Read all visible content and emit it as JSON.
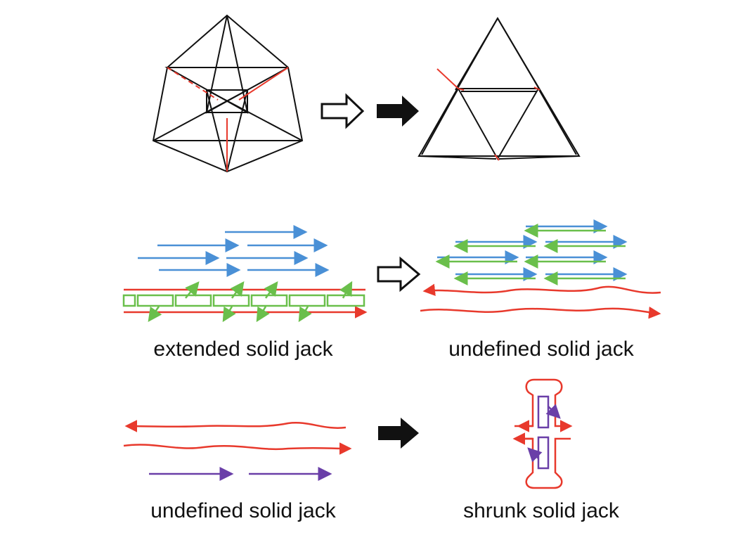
{
  "captions": {
    "extended": "extended solid jack",
    "undefined_top": "undefined solid jack",
    "undefined_bottom": "undefined solid jack",
    "shrunk": "shrunk solid jack"
  },
  "colors": {
    "line": "#111111",
    "red": "#e8392c",
    "blue": "#4a90d6",
    "green": "#6abf4b",
    "purple": "#6a3fa8"
  },
  "icons": {
    "hollow_arrow": "hollow-right-arrow-icon",
    "solid_arrow": "solid-right-arrow-icon"
  }
}
